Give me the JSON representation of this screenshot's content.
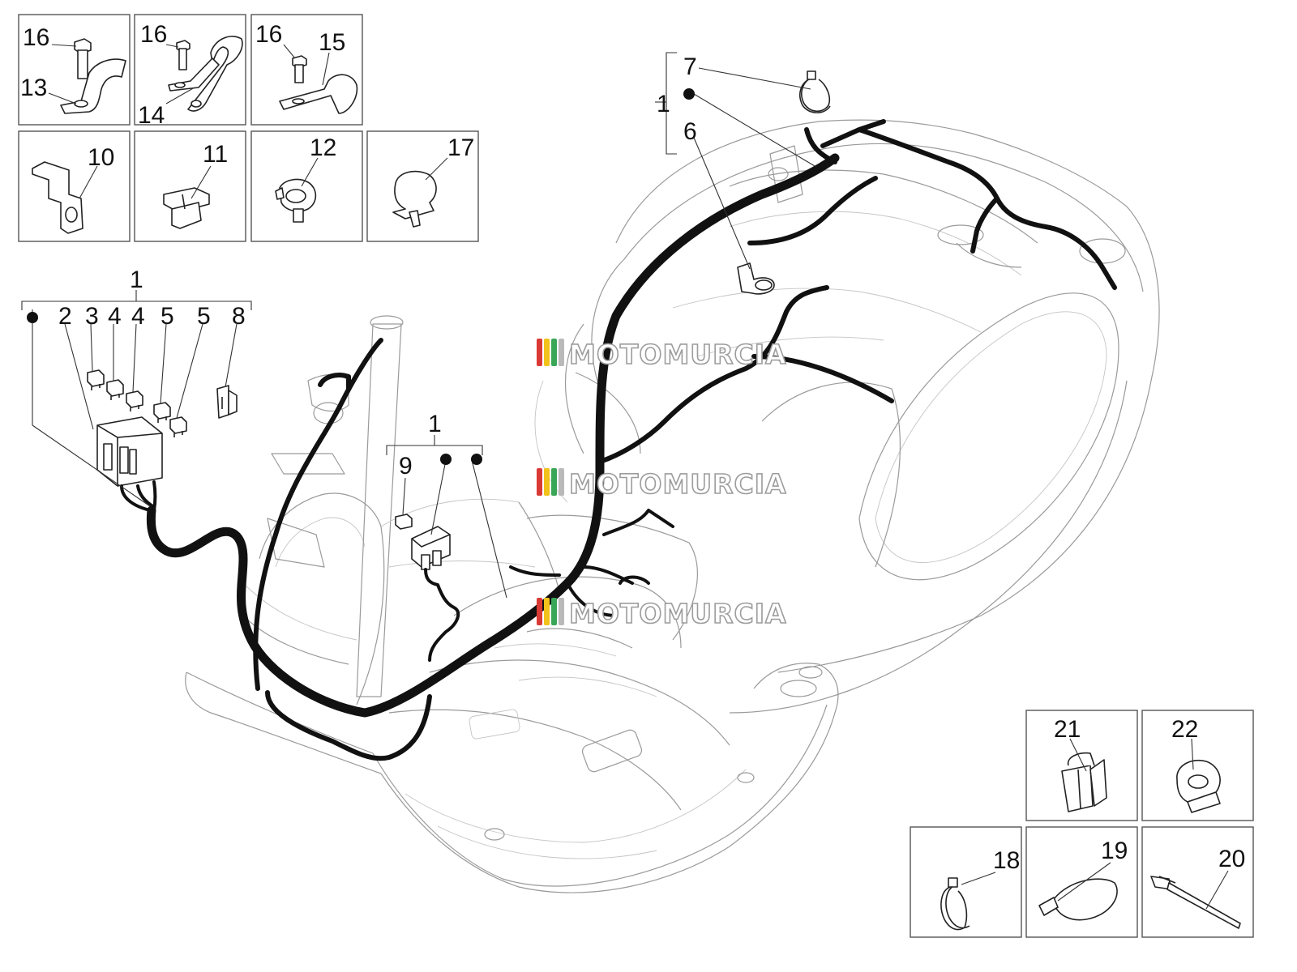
{
  "watermark": {
    "text": "MOTOMURCIA",
    "stripe_colors": [
      "#d93a35",
      "#f2c21a",
      "#3aa657",
      "#b9b9b9"
    ]
  },
  "callouts": {
    "c16a": "16",
    "c13": "13",
    "c16b": "16",
    "c14": "14",
    "c16c": "16",
    "c15": "15",
    "c10": "10",
    "c11": "11",
    "c12": "12",
    "c17": "17",
    "c7": "7",
    "c1_top": "1",
    "c6": "6",
    "c1_left": "1",
    "c2": "2",
    "c3": "3",
    "c4a": "4",
    "c4b": "4",
    "c5a": "5",
    "c5b": "5",
    "c8": "8",
    "c1_mid": "1",
    "c9": "9",
    "c21": "21",
    "c22": "22",
    "c18": "18",
    "c19": "19",
    "c20": "20"
  }
}
